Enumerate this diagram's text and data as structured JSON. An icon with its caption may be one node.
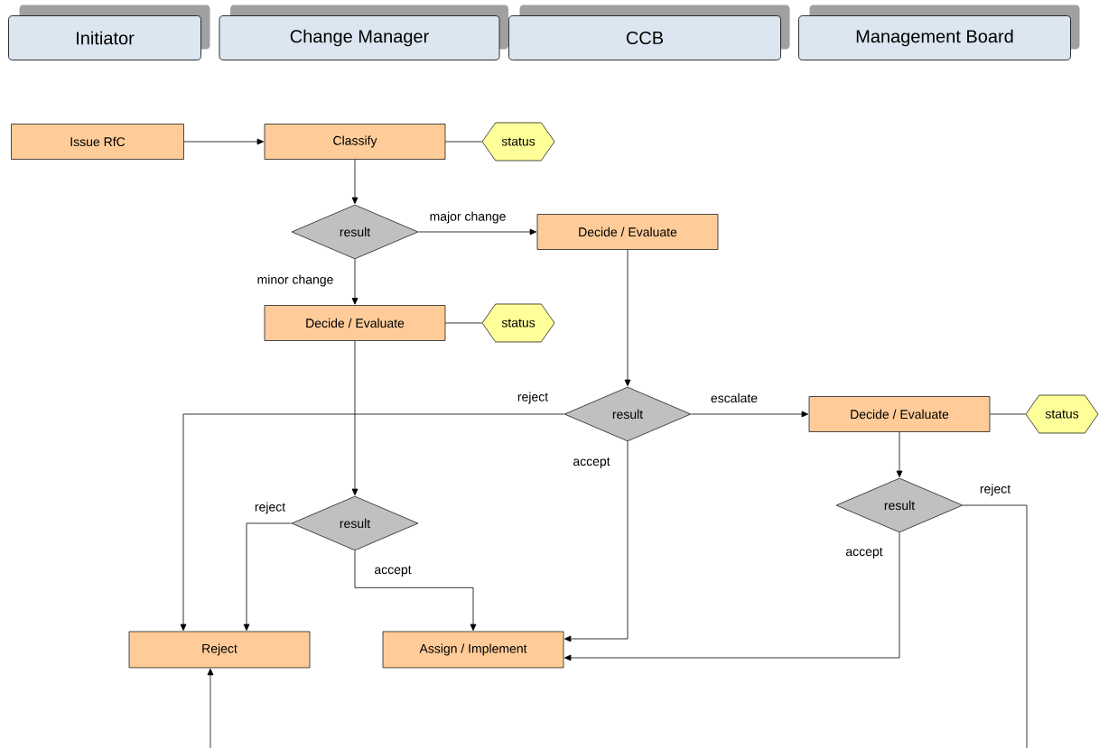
{
  "diagram": {
    "nodes": [
      {
        "text": [
          "Initiator"
        ]
      },
      {
        "text": [
          "Change Manager"
        ]
      },
      {
        "text": [
          "CCB"
        ]
      },
      {
        "text": [
          "Management Board"
        ]
      },
      {
        "text": [
          "Issue RfC"
        ]
      },
      {
        "text": [
          "Classify"
        ]
      },
      {
        "text": [
          "status"
        ]
      },
      {
        "text": [
          "result"
        ]
      },
      {
        "text": [
          "Decide / Evaluate"
        ]
      },
      {
        "text": [
          "Decide / Evaluate"
        ]
      },
      {
        "text": [
          "status"
        ]
      },
      {
        "text": [
          "result"
        ]
      },
      {
        "text": [
          "Decide / Evaluate"
        ]
      },
      {
        "text": [
          "status"
        ]
      },
      {
        "text": [
          "result"
        ]
      },
      {
        "text": [
          "result"
        ]
      },
      {
        "text": [
          "Reject"
        ]
      },
      {
        "text": [
          "Assign / Implement"
        ]
      }
    ],
    "edges": [
      {
        "from": 4,
        "to": 5,
        "arrow": "to"
      },
      {
        "from": 5,
        "to": 6,
        "arrow": "none"
      },
      {
        "from": 5,
        "to": 7,
        "arrow": "to"
      },
      {
        "from": 7,
        "to": 8,
        "arrow": "to",
        "label": "major change"
      },
      {
        "from": 7,
        "to": 9,
        "arrow": "to",
        "label": "minor change"
      },
      {
        "from": 9,
        "to": 10,
        "arrow": "none"
      },
      {
        "from": 8,
        "to": 11,
        "arrow": "to"
      },
      {
        "from": 11,
        "to": 16,
        "arrow": "to",
        "label": "reject"
      },
      {
        "from": 11,
        "to": 12,
        "arrow": "to",
        "label": "escalate"
      },
      {
        "from": 11,
        "to": 17,
        "arrow": "to",
        "label": "accept"
      },
      {
        "from": 12,
        "to": 13,
        "arrow": "none"
      },
      {
        "from": 9,
        "to": 14,
        "arrow": "to"
      },
      {
        "from": 12,
        "to": 15,
        "arrow": "to"
      },
      {
        "from": 14,
        "to": 16,
        "arrow": "to",
        "label": "reject"
      },
      {
        "from": 14,
        "to": 17,
        "arrow": "to",
        "label": "accept"
      },
      {
        "from": 15,
        "to": 17,
        "arrow": "to",
        "label": "accept"
      },
      {
        "from": 15,
        "to": null,
        "arrow": "none",
        "label": "reject"
      },
      {
        "from": null,
        "to": 16,
        "arrow": "to"
      }
    ]
  }
}
